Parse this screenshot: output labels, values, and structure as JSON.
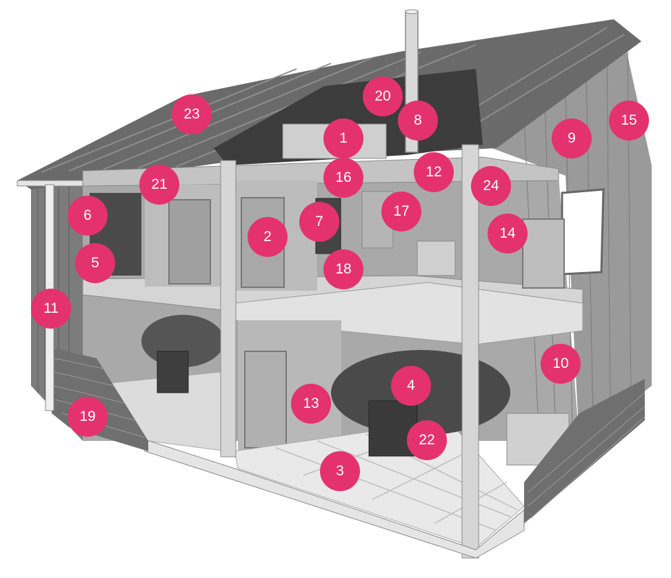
{
  "figure": {
    "marker_color": "#e4326f",
    "markers": [
      {
        "label": "1"
      },
      {
        "label": "2"
      },
      {
        "label": "3"
      },
      {
        "label": "4"
      },
      {
        "label": "5"
      },
      {
        "label": "6"
      },
      {
        "label": "7"
      },
      {
        "label": "8"
      },
      {
        "label": "9"
      },
      {
        "label": "10"
      },
      {
        "label": "11"
      },
      {
        "label": "12"
      },
      {
        "label": "13"
      },
      {
        "label": "14"
      },
      {
        "label": "15"
      },
      {
        "label": "16"
      },
      {
        "label": "17"
      },
      {
        "label": "18"
      },
      {
        "label": "19"
      },
      {
        "label": "20"
      },
      {
        "label": "21"
      },
      {
        "label": "22"
      },
      {
        "label": "23"
      },
      {
        "label": "24"
      }
    ]
  }
}
